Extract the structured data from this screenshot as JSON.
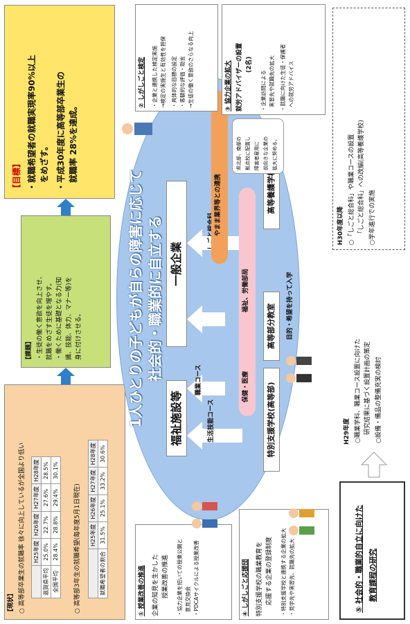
{
  "status": {
    "heading": "【現状】",
    "item1": "○ 高等部卒業生の就職率 徐々に向上しているが全国より低い",
    "table1": {
      "headers": [
        "",
        "H25年度",
        "H26年度",
        "H27年度",
        "H28年度"
      ],
      "rows": [
        [
          "滋賀県平均",
          "25.0%",
          "22.7%",
          "27.6%",
          "28.5%"
        ],
        [
          "全国平均",
          "28.4%",
          "28.8%",
          "29.4%",
          "30.1%"
        ]
      ]
    },
    "item2": "○ 高等部3年生の就職希望(毎年度5月1日現在)",
    "table2": {
      "headers": [
        "",
        "H25年度",
        "H26年度",
        "H27年度",
        "H28年度"
      ],
      "rows": [
        [
          "就職希望者の割合",
          "31.5%",
          "25.1%",
          "33.2%",
          "30.6%"
        ]
      ]
    }
  },
  "issues": {
    "heading": "【課題】",
    "lines": [
      "・生徒の働く意欲を向上させ、",
      "就職をめざす生徒を増やす。",
      "・働くために基礎となる力(知",
      "識、技能、体力、マナー等)を",
      "身に付けさせる。"
    ]
  },
  "goal": {
    "heading": "【目標】",
    "lines": [
      "・就職希望者の就職実現率90%以上",
      "をめざす。",
      "・平成30年度に高等部卒業生の",
      "就職率 28%を達成。"
    ]
  },
  "center": {
    "title1": "1人ひとりの子どもが自らの障害に応じて",
    "title2": "社会的・職業的に自立する",
    "welfare": "福祉施設等",
    "general": "一般企業",
    "course_life": "生活技能コース",
    "course_voc": "職業コース",
    "course_total": "しごと総合科",
    "health": "保健・医療",
    "labor": "福祉、労働部局",
    "cooperation": "やまま業界等との連携",
    "school_special": "特別支援学校(高等部)",
    "school_branch": "高等部分教室",
    "school_high": "高等養護学校",
    "entry": "目的・希望を持って入学"
  },
  "s1": {
    "title": "① 授業改善の推進",
    "lines": [
      "企業の知見を生かした",
      "授業改善の推進",
      "・協力企業を招いての授業公開と",
      "意見交換会",
      "・PDCAサイクルによる授業改善"
    ]
  },
  "s2": {
    "title": "② しがしごと検定",
    "lines": [
      "・企業と連携した検定実施",
      "→検定の実施生と有効性を担保",
      "・具体的な目標の設定",
      "・客観的な評価・助言",
      "→生徒の働く意欲のさらなる向上"
    ]
  },
  "s3": {
    "title": "③ 協力企業の拡大",
    "subtitle1": "就労アドバイザーの設置",
    "subtitle2": "(2名)",
    "lines": [
      "・企業訪問による",
      "実習先や就職先の拡大",
      "・就職に向けた生徒・保護者",
      "への就労アドバイス"
    ],
    "bubble": [
      "県北部、南部の",
      "拠点校に配置し",
      "障害者雇用に",
      "前向きな企業の",
      "拡大に努める。"
    ]
  },
  "s4": {
    "title": "④ しがしごと応援団",
    "lines": [
      "特別支援学校の職業教育を",
      "応援する企業の登録制度",
      "・特別支援学校と連携する企業の拡大",
      "・見学先や実習先、就職先の拡大"
    ]
  },
  "s5": {
    "title1": "⑤ 社会的・職業的自立に向けた",
    "title2": "教育課程の研究"
  },
  "h29": {
    "heading": "H29年度",
    "lines": [
      "○職業学科、職業コース設置に向けた",
      "研究結果に基づく設置計画の策定",
      "○設備・備品の整備充実の検討"
    ]
  },
  "h30": {
    "heading": "H30年度以降",
    "lines": [
      "○「しごと総合科」や職業コースの設置",
      "「しごと総合科」への改編(高等養護学校)",
      "○学年進行での実施"
    ]
  },
  "colors": {
    "status_bg": "#f9d3a5",
    "issues_bg": "#c8e07a",
    "goal_bg": "#ffe66b",
    "ellipse": "#a8c7ec",
    "arrow": "#2f7fc9",
    "pink": "#f7c6cf",
    "orange": "#f3a15a"
  }
}
